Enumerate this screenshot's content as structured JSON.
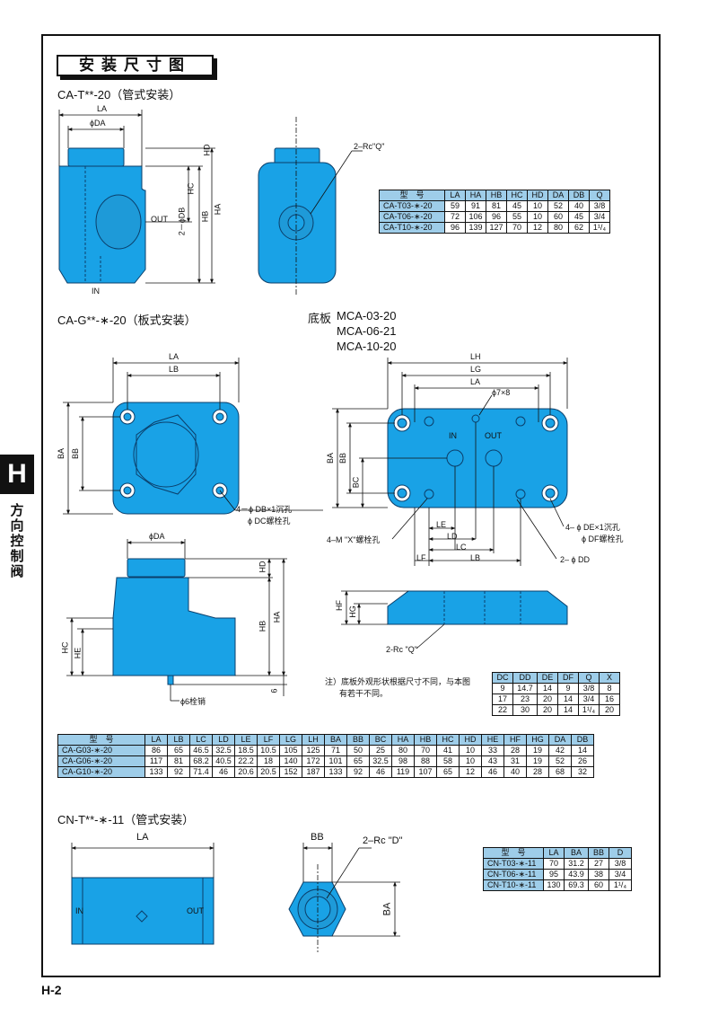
{
  "page": {
    "section_title": "安装尺寸图",
    "side_tab_letter": "H",
    "side_tab_text": "方向控制阀",
    "footer_page": "H-2"
  },
  "colors": {
    "part_fill": "#19a2e6",
    "part_stroke": "#0b3f6b",
    "header_fill": "#9ecde9"
  },
  "ct": {
    "title": "CA-T**-20（管式安装）",
    "labels": {
      "LA": "LA",
      "DA": "ϕDA",
      "HD": "HD",
      "HC": "HC",
      "HB": "HB",
      "HA": "HA",
      "DB": "2－ϕDB",
      "OUT": "OUT",
      "IN": "IN",
      "RC": "2–Rc\"Q\""
    },
    "table": {
      "headers": [
        "型　号",
        "LA",
        "HA",
        "HB",
        "HC",
        "HD",
        "DA",
        "DB",
        "Q"
      ],
      "rows": [
        [
          "CA-T03-∗-20",
          "59",
          "91",
          "81",
          "45",
          "10",
          "52",
          "40",
          "3/8"
        ],
        [
          "CA-T06-∗-20",
          "72",
          "106",
          "96",
          "55",
          "10",
          "60",
          "45",
          "3/4"
        ],
        [
          "CA-T10-∗-20",
          "96",
          "139",
          "127",
          "70",
          "12",
          "80",
          "62",
          "1¹/₄"
        ]
      ]
    }
  },
  "cg": {
    "title": "CA-G**-∗-20（板式安装）",
    "baseplate_label": "底板",
    "baseplates": [
      "MCA-03-20",
      "MCA-06-21",
      "MCA-10-20"
    ],
    "labels": {
      "LA": "LA",
      "LB": "LB",
      "BA": "BA",
      "BB": "BB",
      "DB_hole": "4－ϕ DB×1沉孔",
      "DC_bolt": "ϕ DC螺栓孔",
      "DA": "ϕDA",
      "HD": "HD",
      "HB": "HB",
      "HA": "HA",
      "HC": "HC",
      "HE": "HE",
      "pin": "ϕ6栓销",
      "six": "6",
      "LH": "LH",
      "LG": "LG",
      "LA2": "LA",
      "phi7x8": "ϕ7×8",
      "IN": "IN",
      "OUT": "OUT",
      "BA2": "BA",
      "BB2": "BB",
      "BC": "BC",
      "LE": "LE",
      "LD": "LD",
      "LC": "LC",
      "LF": "LF",
      "LB2": "LB",
      "M_bolt": "4–M \"X\"螺栓孔",
      "DE_hole": "4– ϕ DE×1沉孔",
      "DF_bolt": "ϕ DF螺栓孔",
      "DD": "2– ϕ DD",
      "HF": "HF",
      "HG": "HG",
      "RC": "2-Rc \"Q\""
    },
    "note_line1": "注）底板外观形状根据尺寸不同，与本图",
    "note_line2": "有若干不同。",
    "plate_table": {
      "headers": [
        "DC",
        "DD",
        "DE",
        "DF",
        "Q",
        "X"
      ],
      "rows": [
        [
          "9",
          "14.7",
          "14",
          "9",
          "3/8",
          "8"
        ],
        [
          "17",
          "23",
          "20",
          "14",
          "3/4",
          "16"
        ],
        [
          "22",
          "30",
          "20",
          "14",
          "1¹/₄",
          "20"
        ]
      ]
    },
    "table": {
      "headers": [
        "型　号",
        "LA",
        "LB",
        "LC",
        "LD",
        "LE",
        "LF",
        "LG",
        "LH",
        "BA",
        "BB",
        "BC",
        "HA",
        "HB",
        "HC",
        "HD",
        "HE",
        "HF",
        "HG",
        "DA",
        "DB"
      ],
      "rows": [
        [
          "CA-G03-∗-20",
          "86",
          "65",
          "46.5",
          "32.5",
          "18.5",
          "10.5",
          "105",
          "125",
          "71",
          "50",
          "25",
          "80",
          "70",
          "41",
          "10",
          "33",
          "28",
          "19",
          "42",
          "14"
        ],
        [
          "CA-G06-∗-20",
          "117",
          "81",
          "68.2",
          "40.5",
          "22.2",
          "18",
          "140",
          "172",
          "101",
          "65",
          "32.5",
          "98",
          "88",
          "58",
          "10",
          "43",
          "31",
          "19",
          "52",
          "26"
        ],
        [
          "CA-G10-∗-20",
          "133",
          "92",
          "71.4",
          "46",
          "20.6",
          "20.5",
          "152",
          "187",
          "133",
          "92",
          "46",
          "119",
          "107",
          "65",
          "12",
          "46",
          "40",
          "28",
          "68",
          "32"
        ]
      ]
    }
  },
  "cn": {
    "title": "CN-T**-∗-11（管式安装）",
    "labels": {
      "LA": "LA",
      "IN": "IN",
      "OUT": "OUT",
      "BB": "BB",
      "BA": "BA",
      "RC": "2–Rc \"D\""
    },
    "table": {
      "headers": [
        "型　号",
        "LA",
        "BA",
        "BB",
        "D"
      ],
      "rows": [
        [
          "CN-T03-∗-11",
          "70",
          "31.2",
          "27",
          "3/8"
        ],
        [
          "CN-T06-∗-11",
          "95",
          "43.9",
          "38",
          "3/4"
        ],
        [
          "CN-T10-∗-11",
          "130",
          "69.3",
          "60",
          "1¹/₄"
        ]
      ]
    }
  }
}
